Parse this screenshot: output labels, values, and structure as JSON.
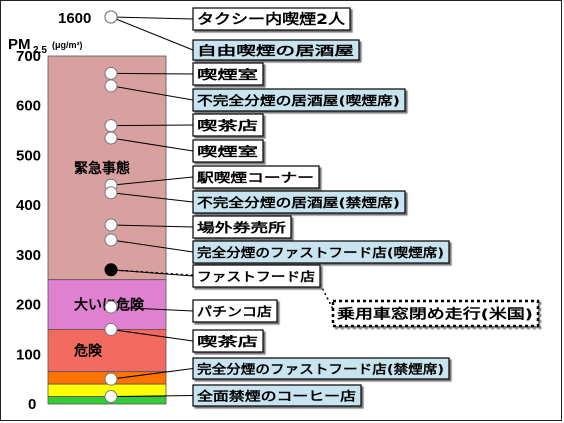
{
  "chart_data": {
    "type": "scatter",
    "axis": {
      "title": "PM",
      "title_sub": "2.5",
      "unit": "(μg/m³)",
      "ylim": [
        0,
        700
      ],
      "ticks": [
        0,
        100,
        200,
        300,
        400,
        500,
        600,
        700
      ],
      "break_value": 1600
    },
    "zones": [
      {
        "label": "緊急事態",
        "from": 250,
        "to": 700,
        "color": "#d9a0a0"
      },
      {
        "label": "大いに危険",
        "from": 150,
        "to": 250,
        "color": "#e080d0"
      },
      {
        "label": "危険",
        "from": 65,
        "to": 150,
        "color": "#f26a60"
      },
      {
        "label": "",
        "from": 40,
        "to": 65,
        "color": "#ff7300"
      },
      {
        "label": "",
        "from": 15,
        "to": 40,
        "color": "#ffff00"
      },
      {
        "label": "",
        "from": 0,
        "to": 15,
        "color": "#33cc33"
      }
    ],
    "points": [
      {
        "label": "タクシー内喫煙2人",
        "value": 1600,
        "fill": "#000000",
        "box": "#ffffff",
        "border": "solid"
      },
      {
        "label": "自由喫煙の居酒屋",
        "value": 765,
        "fill": "#ffffff",
        "box": "#c8e4f0",
        "border": "solid"
      },
      {
        "label": "喫煙室",
        "value": 665,
        "fill": "#ffffff",
        "box": "#ffffff",
        "border": "solid"
      },
      {
        "label": "不完全分煙の居酒屋(喫煙席)",
        "value": 640,
        "fill": "#ffffff",
        "box": "#c8e4f0",
        "border": "solid"
      },
      {
        "label": "喫茶店",
        "value": 560,
        "fill": "#ffffff",
        "box": "#ffffff",
        "border": "solid"
      },
      {
        "label": "喫煙室",
        "value": 535,
        "fill": "#ffffff",
        "box": "#ffffff",
        "border": "solid"
      },
      {
        "label": "駅喫煙コーナー",
        "value": 440,
        "fill": "#ffffff",
        "box": "#ffffff",
        "border": "solid"
      },
      {
        "label": "不完全分煙の居酒屋(禁煙席)",
        "value": 425,
        "fill": "#ffffff",
        "box": "#c8e4f0",
        "border": "solid"
      },
      {
        "label": "場外券売所",
        "value": 360,
        "fill": "#ffffff",
        "box": "#ffffff",
        "border": "solid"
      },
      {
        "label": "完全分煙のファストフード店(喫煙席)",
        "value": 330,
        "fill": "#ffffff",
        "box": "#c8e4f0",
        "border": "solid"
      },
      {
        "label": "ファストフード店",
        "value": 270,
        "fill": "#000000",
        "box": "#ffffff",
        "border": "solid"
      },
      {
        "label": "乗用車窓閉め走行(米国)",
        "value": 270,
        "fill": "#000000",
        "box": "#ffffff",
        "border": "dotted"
      },
      {
        "label": "パチンコ店",
        "value": 195,
        "fill": "#ffffff",
        "box": "#ffffff",
        "border": "solid"
      },
      {
        "label": "喫茶店",
        "value": 150,
        "fill": "#ffffff",
        "box": "#ffffff",
        "border": "solid"
      },
      {
        "label": "完全分煙のファストフード店(禁煙席)",
        "value": 50,
        "fill": "#ffffff",
        "box": "#c8e4f0",
        "border": "solid"
      },
      {
        "label": "全面禁煙のコーヒー店",
        "value": 15,
        "fill": "#ffffff",
        "box": "#c8e4f0",
        "border": "solid"
      }
    ]
  }
}
